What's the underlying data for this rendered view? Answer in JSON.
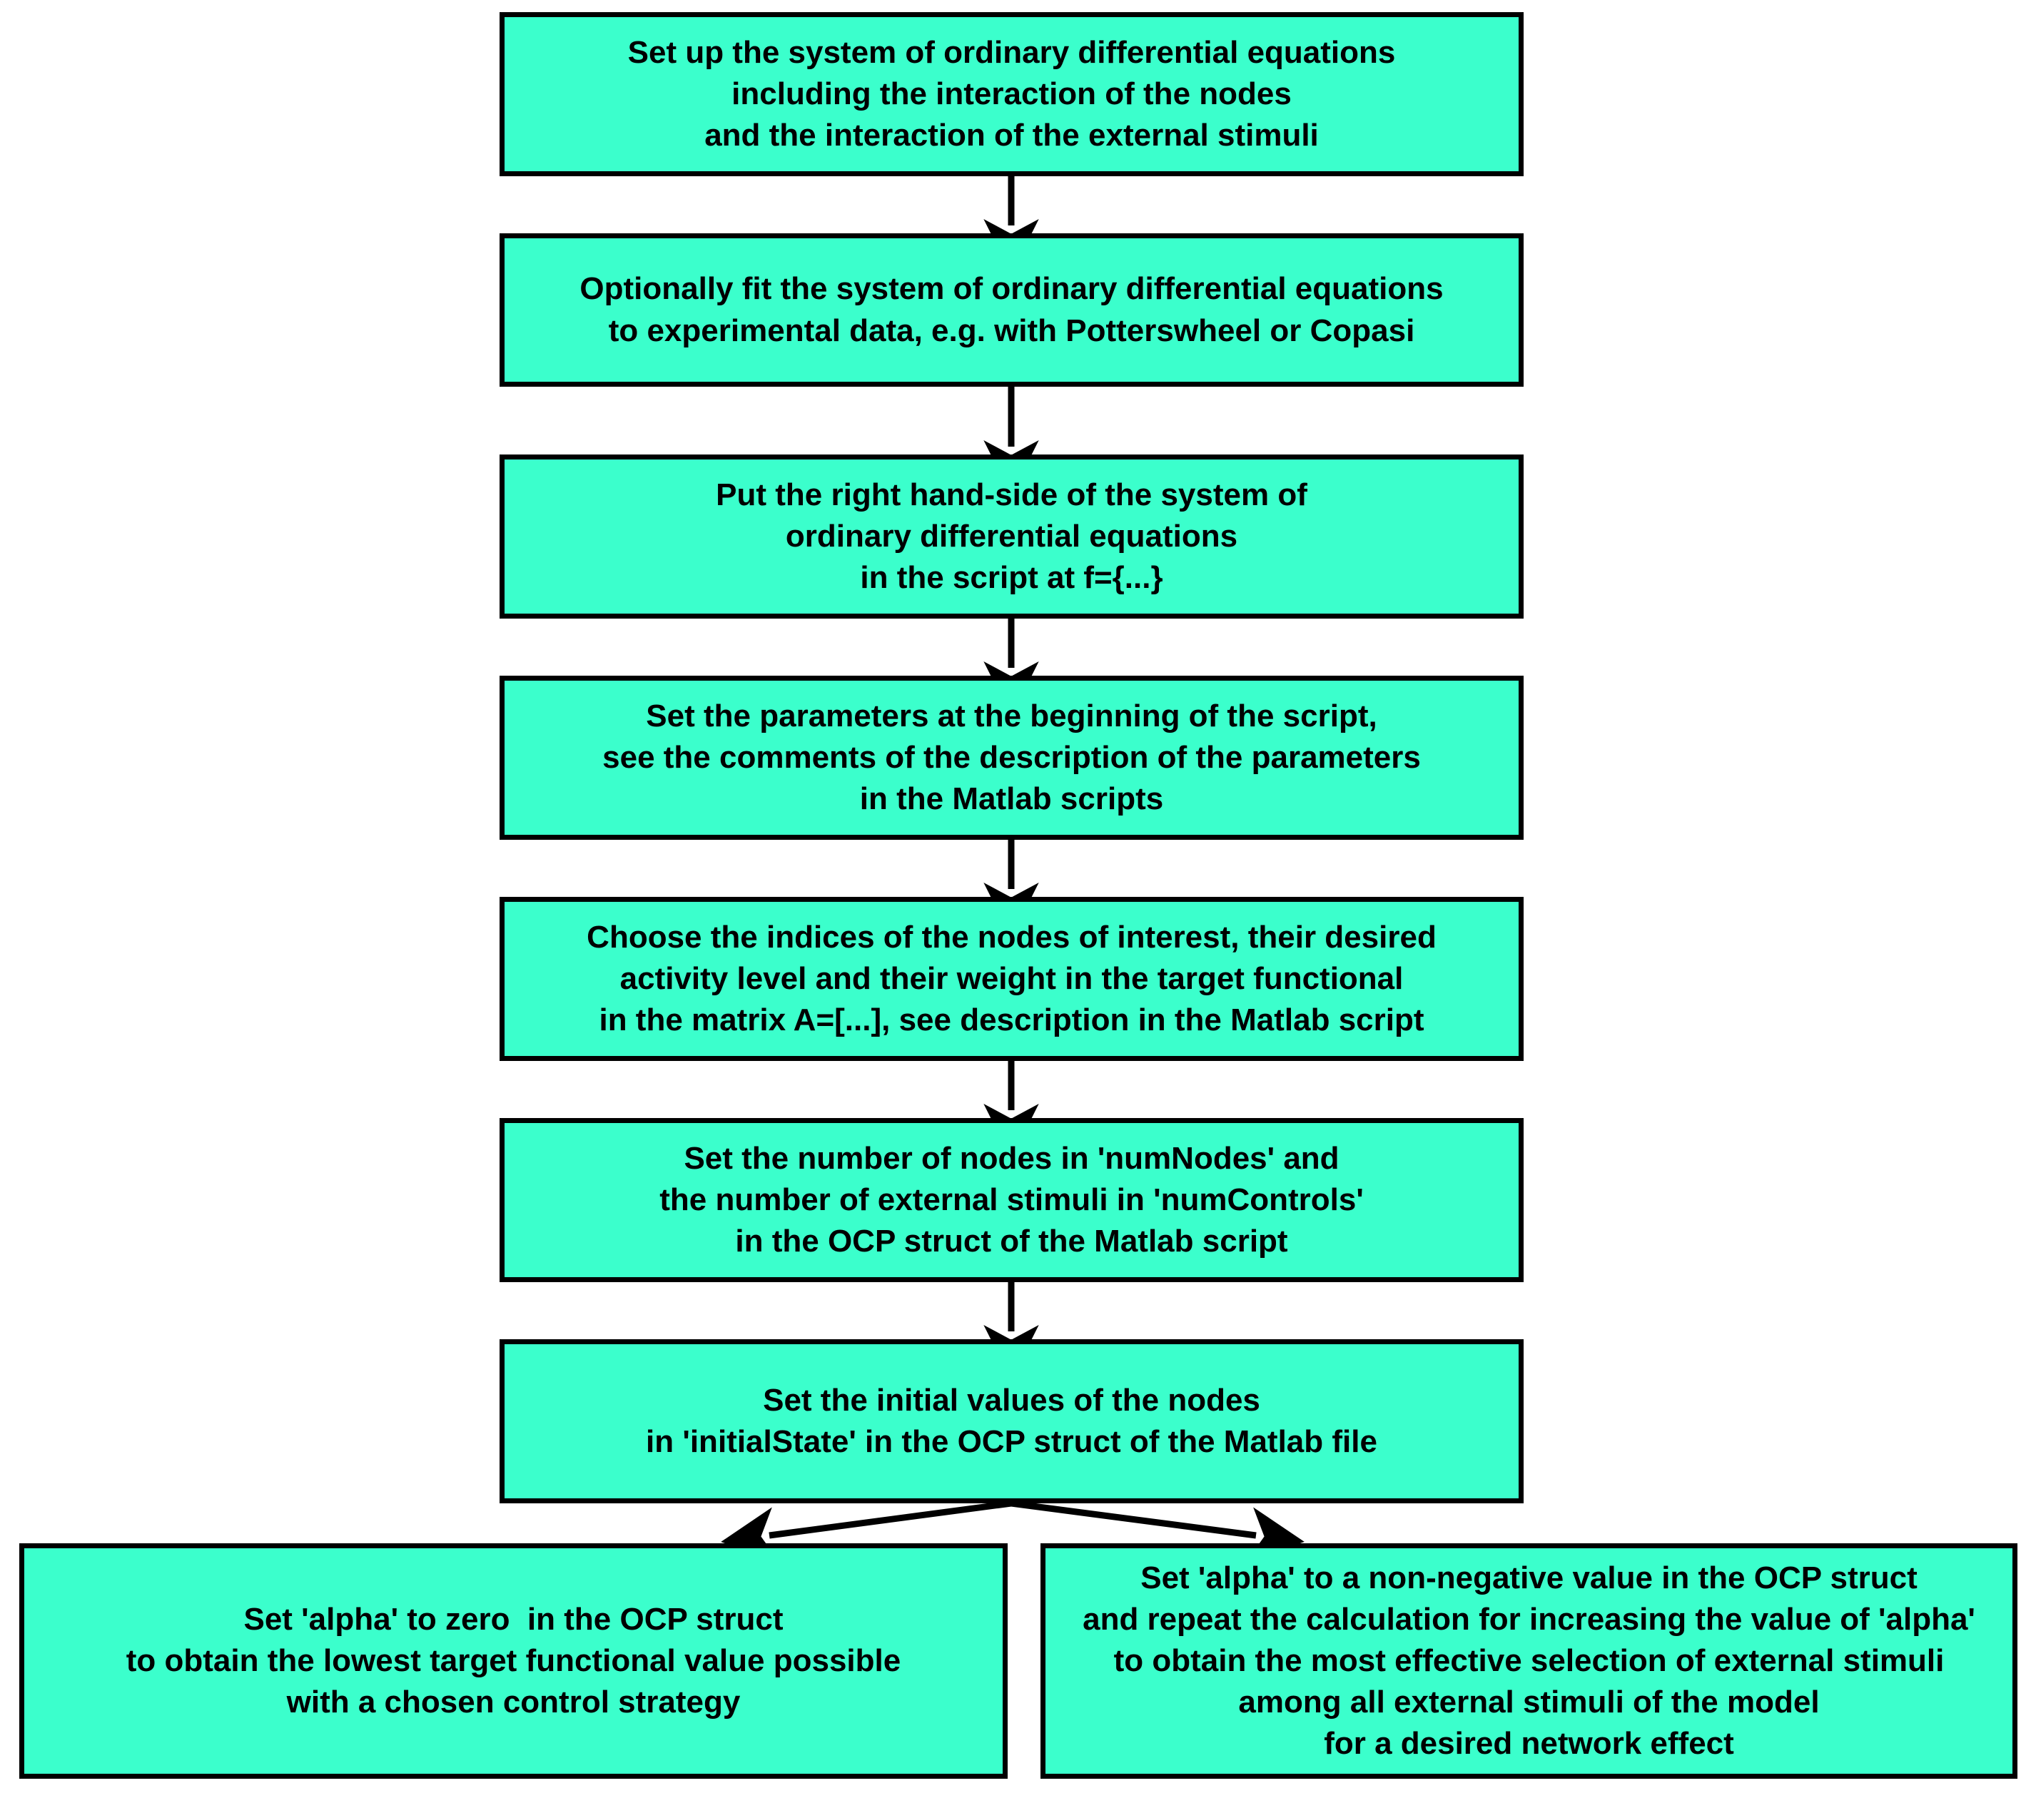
{
  "diagram": {
    "type": "flowchart",
    "orientation": "top-to-bottom",
    "colors": {
      "node_fill": "#3BFFCC",
      "node_border": "#000000",
      "arrow": "#000000",
      "background": "#FFFFFF",
      "text": "#000000"
    },
    "nodes": [
      {
        "id": "step-1",
        "lines": [
          "Set up the system of ordinary differential equations",
          "including the interaction of the nodes",
          "and the interaction of the external stimuli"
        ]
      },
      {
        "id": "step-2",
        "lines": [
          "Optionally fit the system of ordinary differential equations",
          "to experimental data, e.g. with Potterswheel or Copasi"
        ]
      },
      {
        "id": "step-3",
        "lines": [
          "Put the right hand-side of the system of",
          "ordinary differential equations",
          "in the script at f={...}"
        ]
      },
      {
        "id": "step-4",
        "lines": [
          "Set the parameters at the beginning of the script,",
          "see the comments of the description of the parameters",
          "in the Matlab scripts"
        ]
      },
      {
        "id": "step-5",
        "lines": [
          "Choose the indices of the nodes of interest, their desired",
          "activity level and their weight in the target functional",
          "in the matrix A=[...], see description in the Matlab script"
        ]
      },
      {
        "id": "step-6",
        "lines": [
          "Set the number of nodes in 'numNodes' and",
          "the number of external stimuli in 'numControls'",
          "in the OCP struct of the Matlab script"
        ]
      },
      {
        "id": "step-7",
        "lines": [
          "Set the initial values of the nodes",
          "in 'initialState' in the OCP struct of the Matlab file"
        ]
      },
      {
        "id": "branch-left",
        "lines": [
          "Set 'alpha' to zero  in the OCP struct",
          "to obtain the lowest target functional value possible",
          "with a chosen control strategy"
        ]
      },
      {
        "id": "branch-right",
        "lines": [
          "Set 'alpha' to a non-negative value in the OCP struct",
          "and repeat the calculation for increasing the value of 'alpha'",
          "to obtain the most effective selection of external stimuli",
          "among all external stimuli of the model",
          "for a desired network effect"
        ]
      }
    ],
    "edges": [
      {
        "from": "step-1",
        "to": "step-2",
        "kind": "arrow-down"
      },
      {
        "from": "step-2",
        "to": "step-3",
        "kind": "arrow-down"
      },
      {
        "from": "step-3",
        "to": "step-4",
        "kind": "arrow-down"
      },
      {
        "from": "step-4",
        "to": "step-5",
        "kind": "arrow-down"
      },
      {
        "from": "step-5",
        "to": "step-6",
        "kind": "arrow-down"
      },
      {
        "from": "step-6",
        "to": "step-7",
        "kind": "arrow-down"
      },
      {
        "from": "step-7",
        "to": "branch-left",
        "kind": "arrow-diagonal-left"
      },
      {
        "from": "step-7",
        "to": "branch-right",
        "kind": "arrow-diagonal-right"
      }
    ]
  }
}
